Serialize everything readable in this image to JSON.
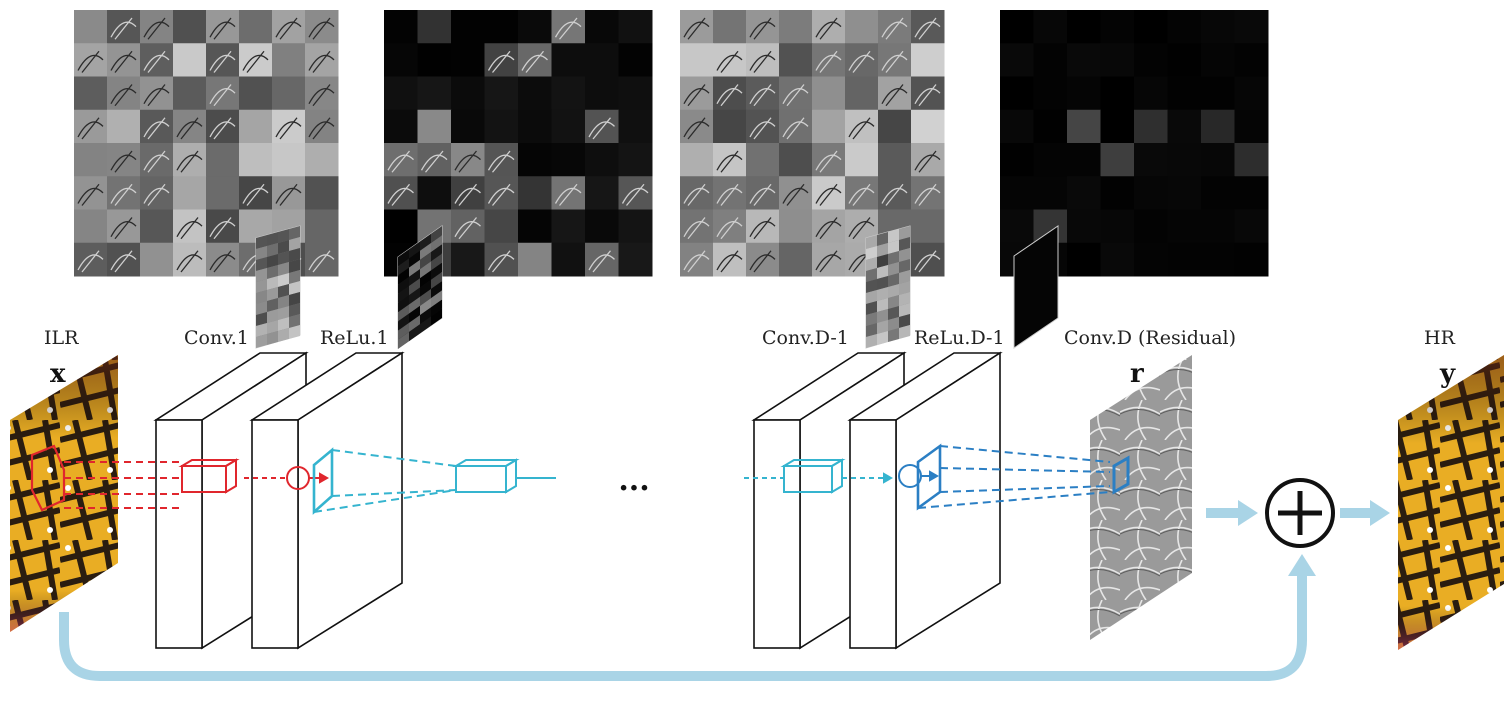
{
  "labels": {
    "input_name": "ILR",
    "input_symbol": "x",
    "conv1": "Conv.1",
    "relu1": "ReLu.1",
    "convD1": "Conv.D-1",
    "reluD1": "ReLu.D-1",
    "convD": "Conv.D (Residual)",
    "residual_symbol": "r",
    "output_name": "HR",
    "output_symbol": "y",
    "ellipsis": "..."
  },
  "colors": {
    "red_path": "#e0262d",
    "cyan_path": "#35b4cf",
    "blue_path": "#2b7fc4",
    "skip_arrow": "#a9d4e6"
  },
  "feature_maps": [
    {
      "id": "conv1",
      "mosaic_style": "gray"
    },
    {
      "id": "relu1",
      "mosaic_style": "dark"
    },
    {
      "id": "convD1",
      "mosaic_style": "gray"
    },
    {
      "id": "reluD1",
      "mosaic_style": "black"
    }
  ],
  "icons": {
    "input_image": "butterfly-wing-image",
    "residual_image": "residual-edge-image",
    "output_image": "butterfly-wing-image",
    "sum": "circled-plus-icon"
  }
}
